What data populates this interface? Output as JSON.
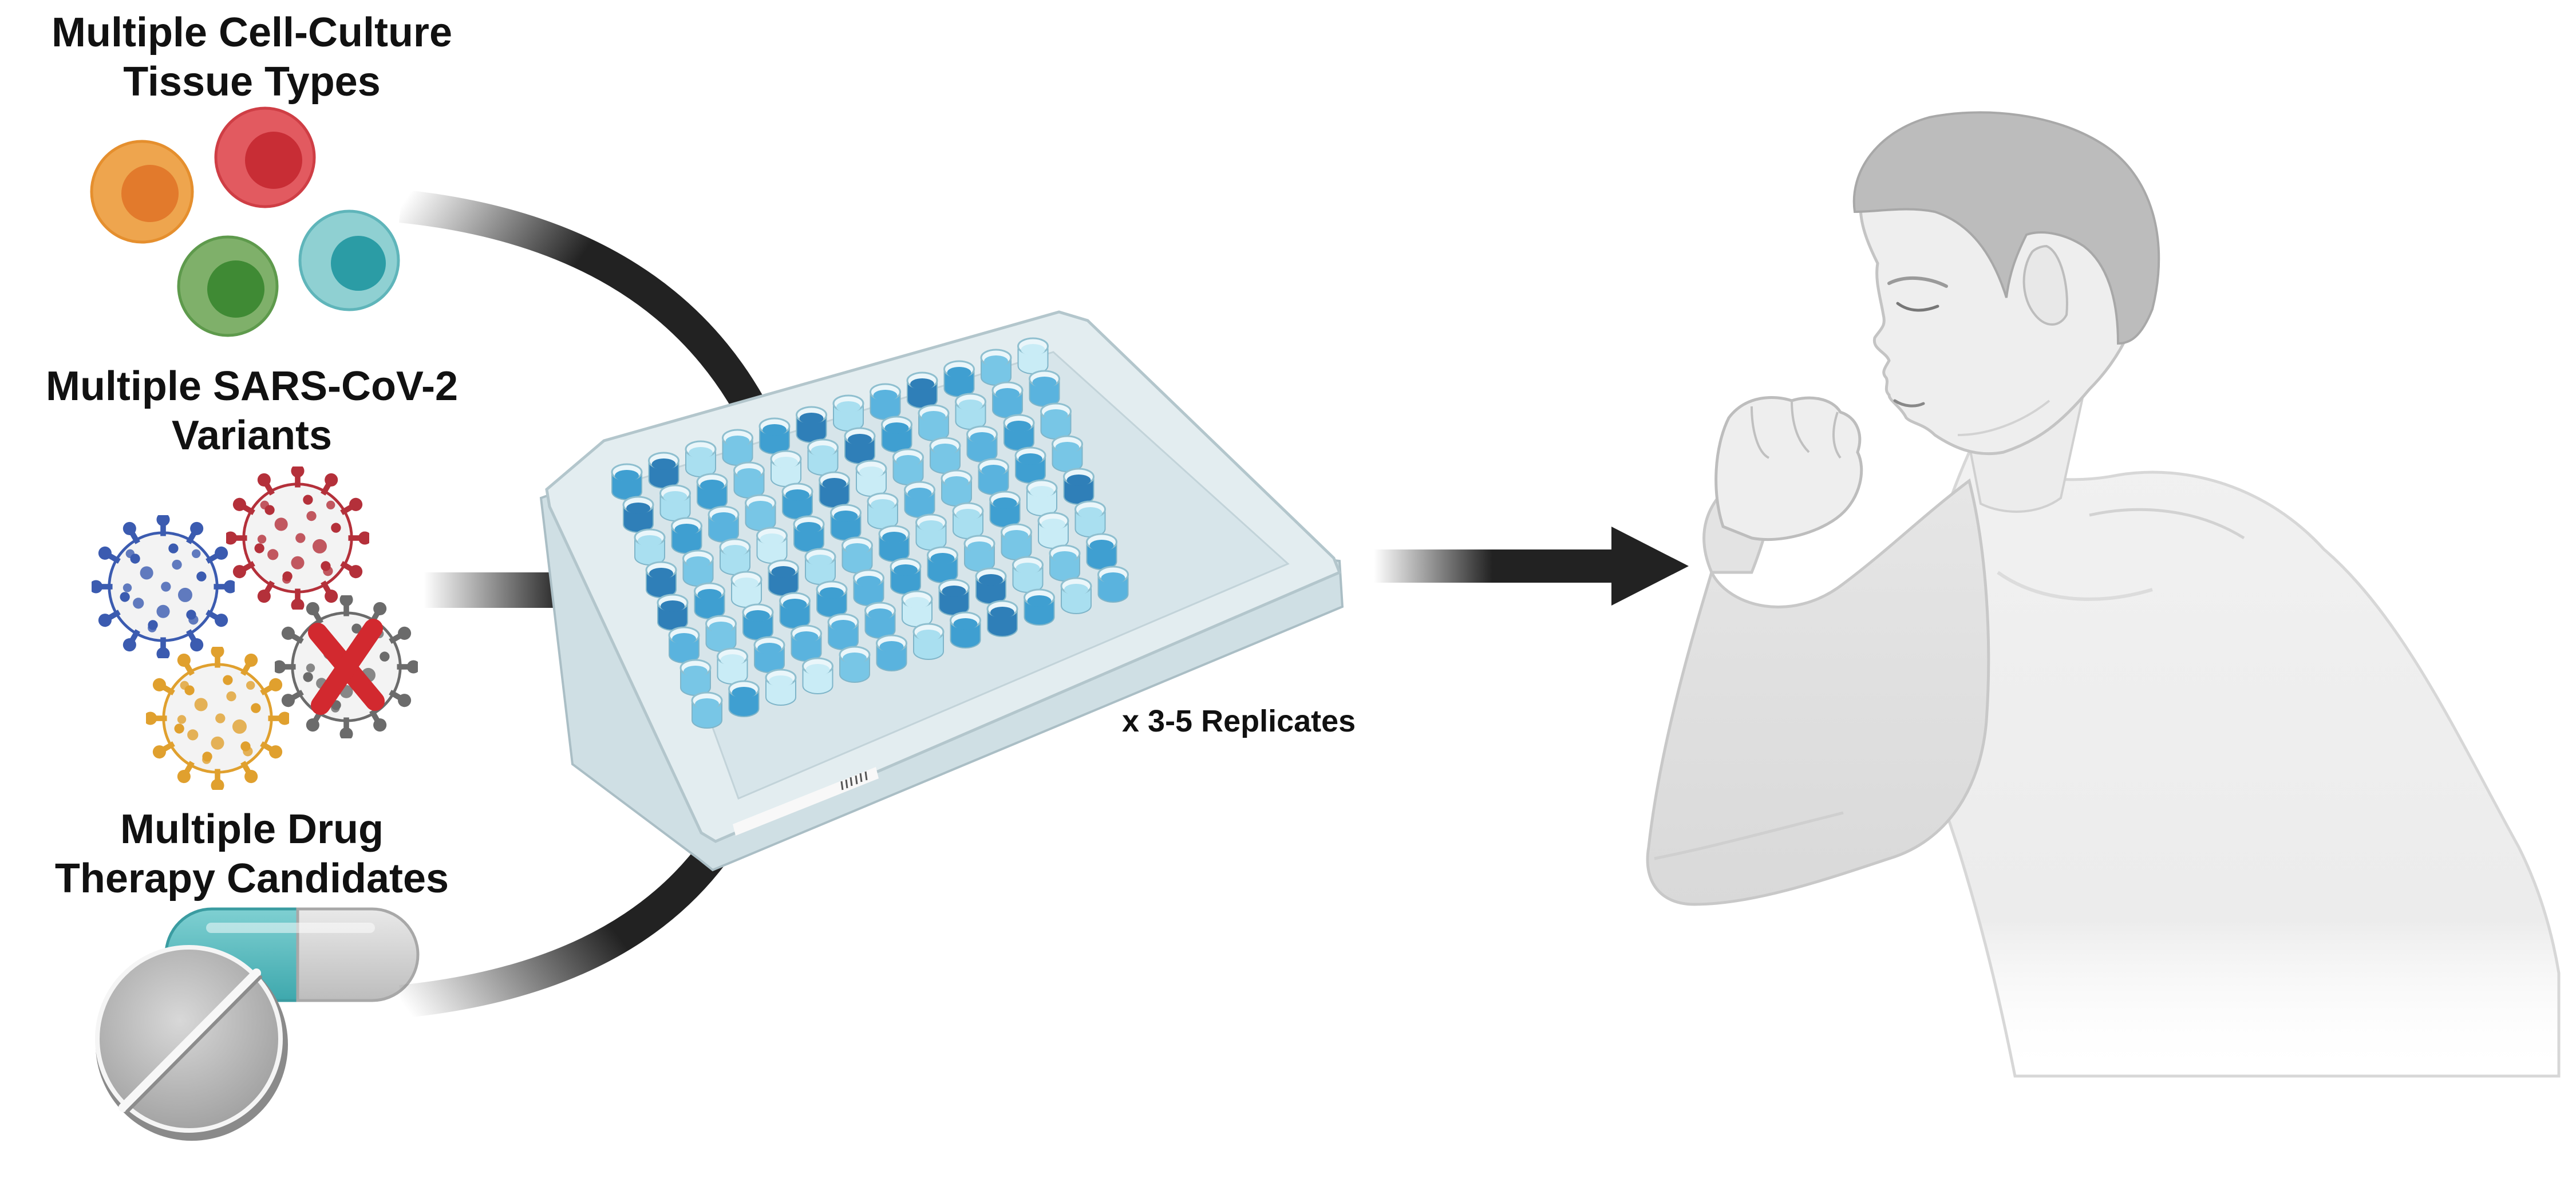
{
  "labels": {
    "tissue_types": [
      "Multiple Cell-Culture",
      "Tissue Types"
    ],
    "variants": [
      "Multiple SARS-CoV-2",
      "Variants"
    ],
    "drugs": [
      "Multiple Drug",
      "Therapy Candidates"
    ],
    "replicates": "x  3-5 Replicates"
  },
  "colors": {
    "arrow": "#222222",
    "cell_orange": "#eea54e",
    "cell_red": "#e25a60",
    "cell_green": "#7fb06a",
    "cell_teal": "#86cdd0",
    "virus_blue": "#3b5bb0",
    "virus_red": "#b4303a",
    "virus_orange": "#e0a02e",
    "virus_gray": "#6b6b6b",
    "cross_mark": "#d2292f",
    "plate": "#dfe9ec",
    "well_blue": "#3f9fd1",
    "skin": "#eeeeee",
    "hair": "#bcbcbc"
  },
  "icons": [
    "cell-icon",
    "virus-icon",
    "capsule-icon",
    "tablet-icon",
    "well-plate-icon",
    "coughing-person-icon",
    "cross-mark-icon"
  ]
}
